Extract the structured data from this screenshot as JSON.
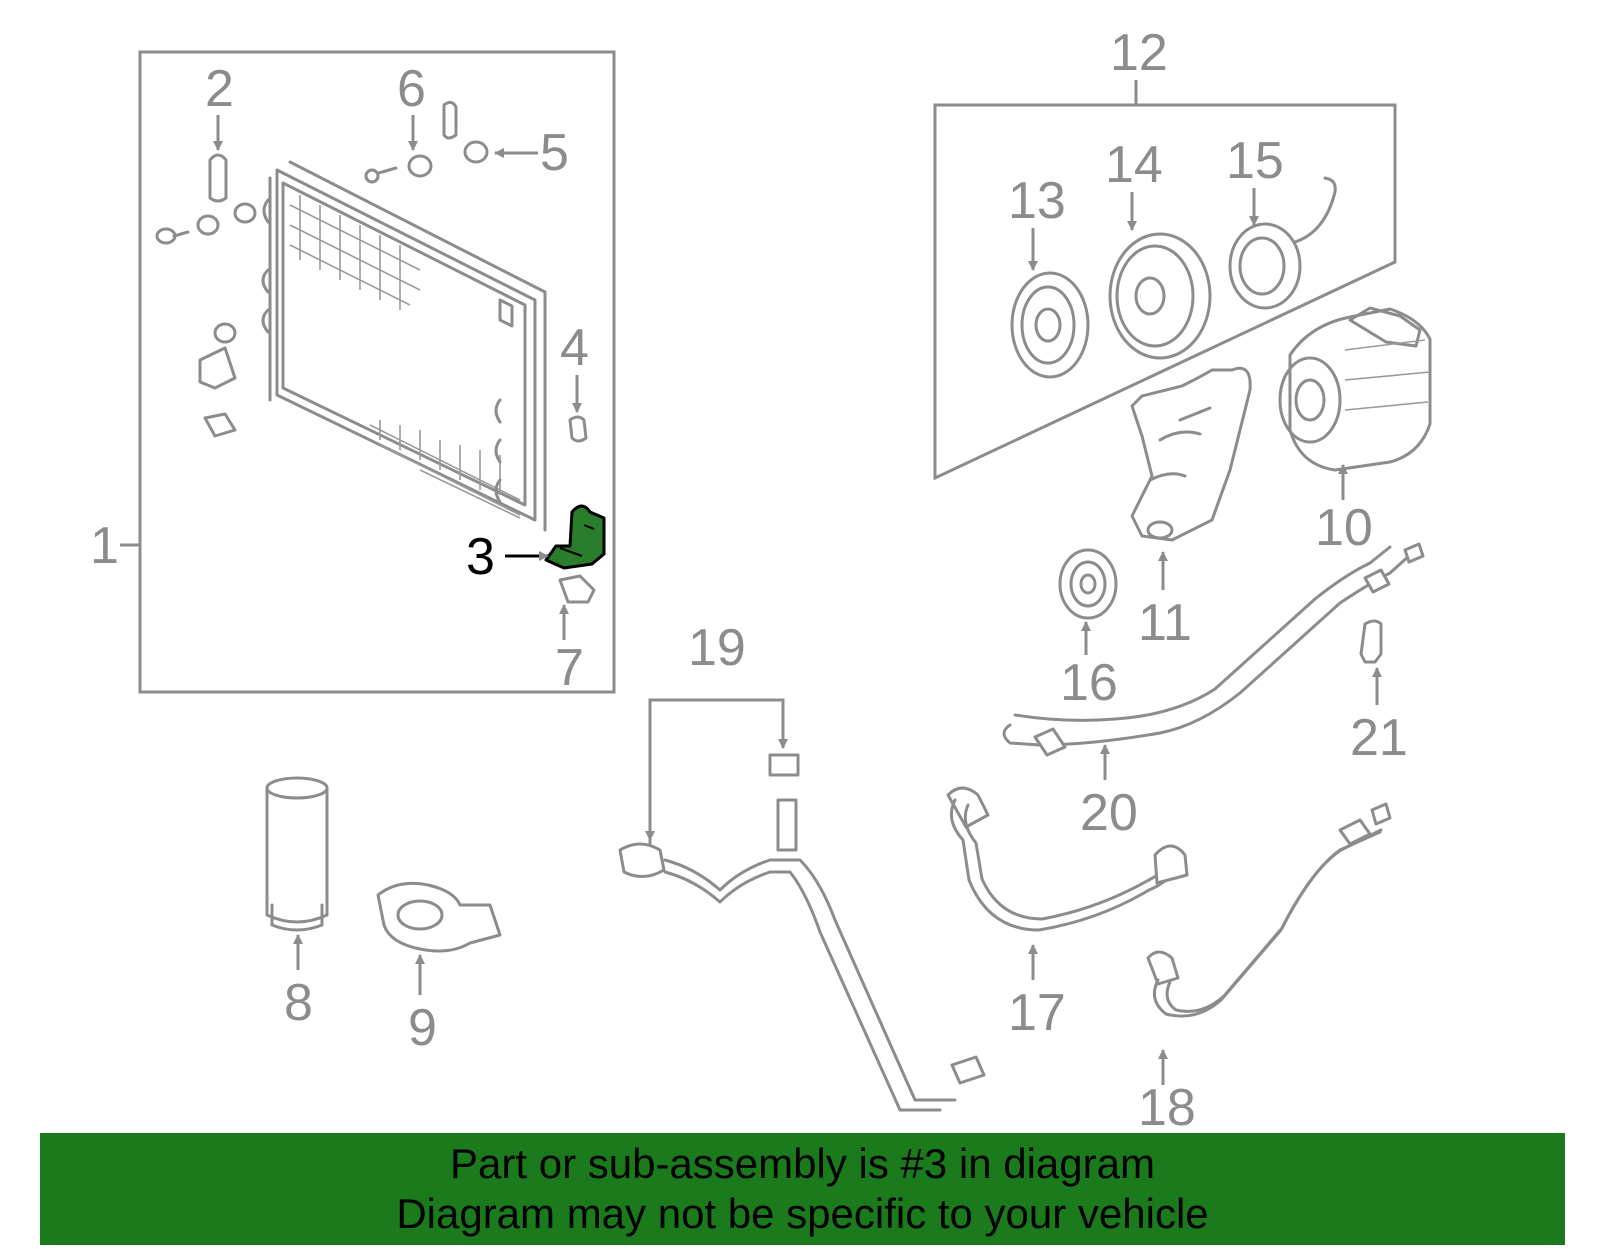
{
  "diagram": {
    "callouts": {
      "c1": "1",
      "c2": "2",
      "c3": "3",
      "c4": "4",
      "c5": "5",
      "c6": "6",
      "c7": "7",
      "c8": "8",
      "c9": "9",
      "c10": "10",
      "c11": "11",
      "c12": "12",
      "c13": "13",
      "c14": "14",
      "c15": "15",
      "c16": "16",
      "c17": "17",
      "c18": "18",
      "c19": "19",
      "c20": "20",
      "c21": "21"
    },
    "highlight_part": "3",
    "colors": {
      "line": "#8c8c8c",
      "highlight_fill": "#2a7d2a",
      "highlight_stroke": "#000000",
      "banner": "#1b7a1b"
    }
  },
  "banner": {
    "line1": "Part or sub-assembly is #3 in diagram",
    "line2": "Diagram may not be specific to your vehicle"
  }
}
